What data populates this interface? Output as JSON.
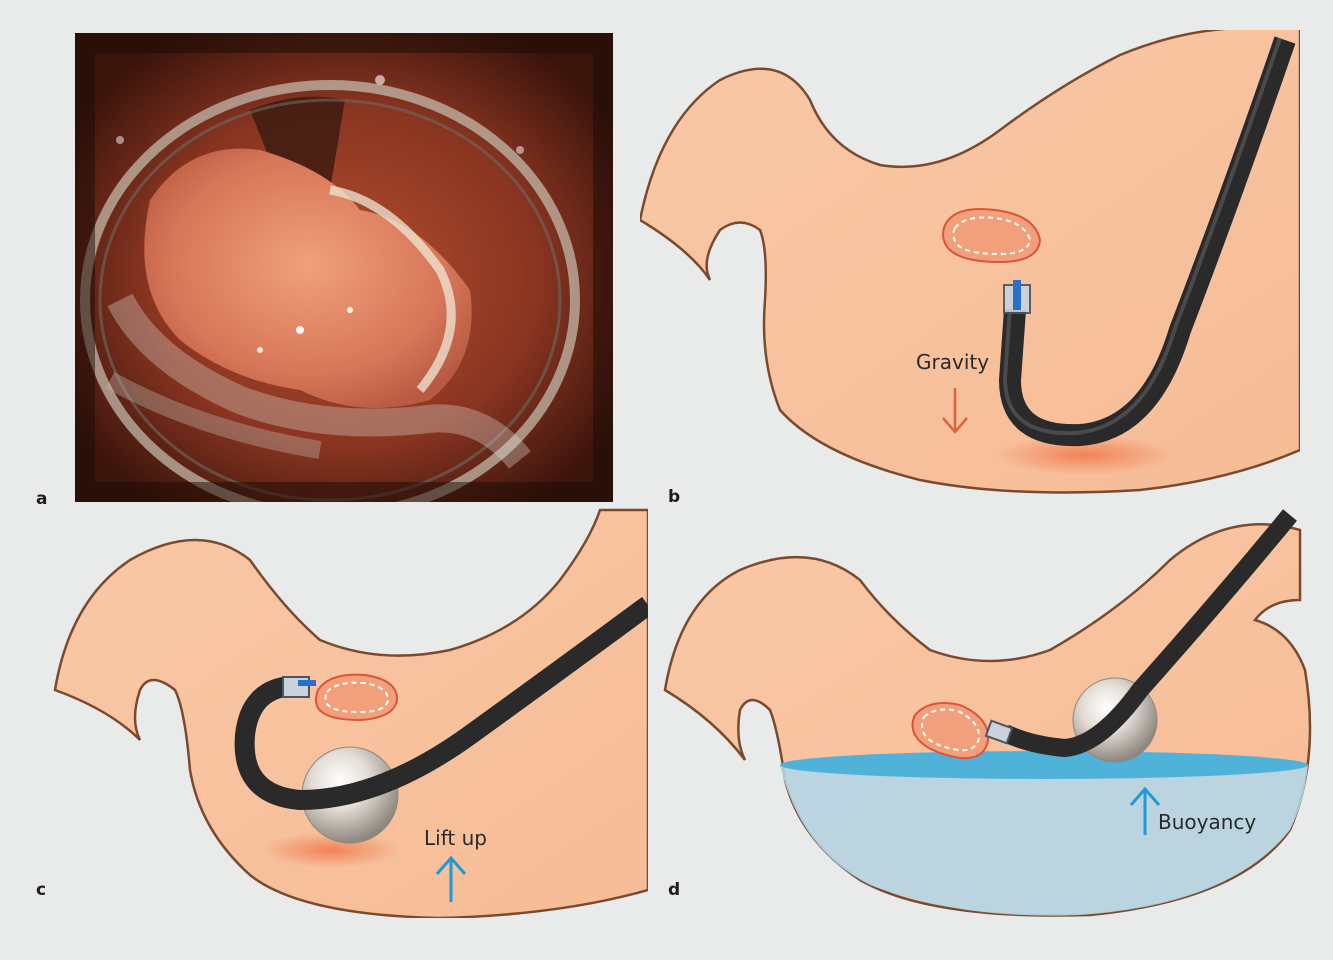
{
  "figure": {
    "panels": [
      {
        "letter": "a"
      },
      {
        "letter": "b",
        "annotation": "Gravity"
      },
      {
        "letter": "c",
        "annotation": "Lift up"
      },
      {
        "letter": "d",
        "annotation": "Buoyancy"
      }
    ]
  },
  "colors": {
    "background": "#e9eaea",
    "stomach_fill": "#f9c8a6",
    "stomach_outline": "#7a4a2e",
    "lesion_fill": "#f2a07c",
    "lesion_outline": "#d9553b",
    "gravity_arrow": "#d9653f",
    "lift_arrow": "#1e9ad6",
    "water": "#b4d6e8",
    "water_surface": "#4fb3d9",
    "scope": "#2a2a2a"
  }
}
